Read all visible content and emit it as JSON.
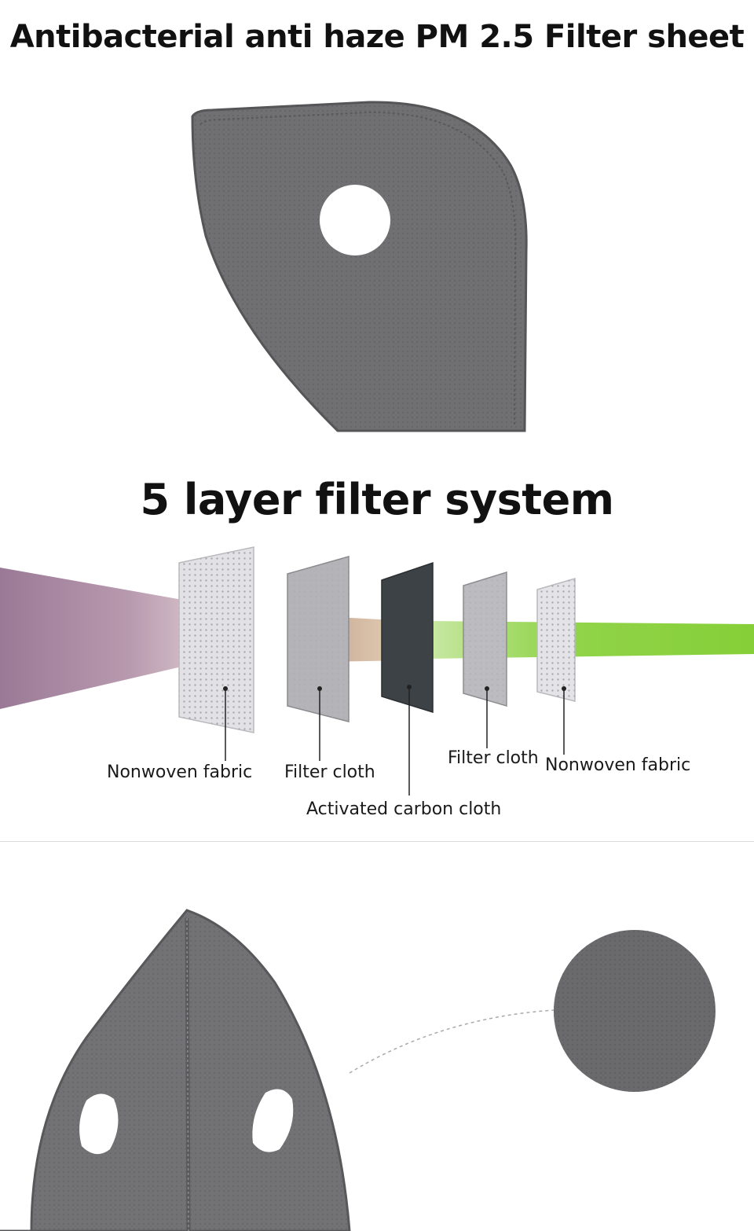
{
  "header": {
    "title": "Antibacterial anti haze PM 2.5 Filter sheet"
  },
  "layers_section": {
    "title": "5 layer filter system",
    "labels": [
      "Nonwoven fabric",
      "Filter cloth",
      "Activated carbon cloth",
      "Filter cloth",
      "Nonwoven fabric"
    ]
  },
  "colors": {
    "filter_gray": "#6f6f71",
    "carbon": "#3c4246",
    "airflow_dirty": "#a27f9c",
    "airflow_clean": "#8cd63e"
  }
}
